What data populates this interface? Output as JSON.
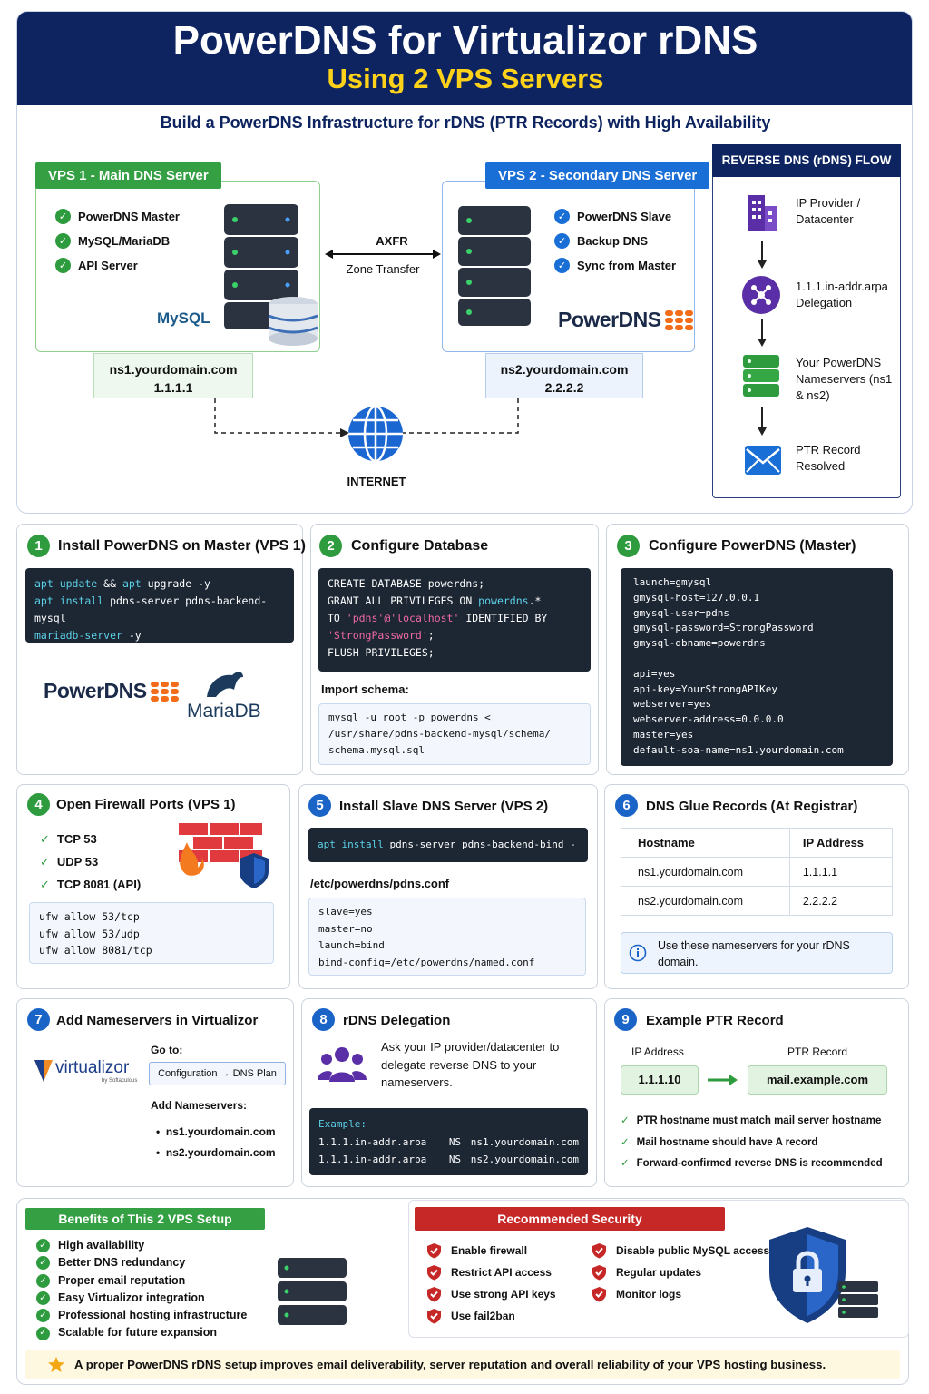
{
  "title": "PowerDNS for Virtualizor rDNS",
  "subtitle": "Using 2 VPS Servers",
  "tagline": "Build a PowerDNS Infrastructure for rDNS (PTR Records) with High Availability",
  "vps1": {
    "label": "VPS 1 - Main DNS Server",
    "features": [
      "PowerDNS Master",
      "MySQL/MariaDB",
      "API Server"
    ],
    "logo": "MySQL",
    "host": "ns1.yourdomain.com",
    "ip": "1.1.1.1"
  },
  "vps2": {
    "label": "VPS 2 - Secondary DNS Server",
    "features": [
      "PowerDNS Slave",
      "Backup DNS",
      "Sync from Master"
    ],
    "logo": "PowerDNS",
    "host": "ns2.yourdomain.com",
    "ip": "2.2.2.2"
  },
  "transfer": {
    "top": "AXFR",
    "bottom": "Zone Transfer"
  },
  "internet": "INTERNET",
  "flow": {
    "title": "REVERSE DNS (rDNS) FLOW",
    "steps": [
      "IP Provider / Datacenter",
      "1.1.1.in-addr.arpa Delegation",
      "Your PowerDNS Nameservers (ns1 & ns2)",
      "PTR Record Resolved"
    ]
  },
  "step1": {
    "num": "1",
    "title": "Install PowerDNS on Master (VPS 1)",
    "logo1": "PowerDNS",
    "logo2": "MariaDB"
  },
  "step2": {
    "num": "2",
    "title": "Configure Database",
    "import_label": "Import schema:",
    "import_code": [
      "mysql -u root -p powerdns <",
      "/usr/share/pdns-backend-mysql/schema/",
      "schema.mysql.sql"
    ]
  },
  "step3": {
    "num": "3",
    "title": "Configure PowerDNS (Master)",
    "code": [
      "launch=gmysql",
      "gmysql-host=127.0.0.1",
      "gmysql-user=pdns",
      "gmysql-password=StrongPassword",
      "gmysql-dbname=powerdns",
      "",
      "api=yes",
      "api-key=YourStrongAPIKey",
      "webserver=yes",
      "webserver-address=0.0.0.0",
      "master=yes",
      "default-soa-name=ns1.yourdomain.com"
    ]
  },
  "step4": {
    "num": "4",
    "title": "Open Firewall Ports (VPS 1)",
    "ports": [
      "TCP 53",
      "UDP 53",
      "TCP 8081 (API)"
    ],
    "code": [
      "ufw allow 53/tcp",
      "ufw allow 53/udp",
      "ufw allow 8081/tcp"
    ]
  },
  "step5": {
    "num": "5",
    "title": "Install Slave DNS Server (VPS 2)",
    "file": "/etc/powerdns/pdns.conf",
    "conf": [
      "slave=yes",
      "master=no",
      "launch=bind",
      "bind-config=/etc/powerdns/named.conf"
    ]
  },
  "step6": {
    "num": "6",
    "title": "DNS Glue Records (At Registrar)",
    "headers": [
      "Hostname",
      "IP Address"
    ],
    "rows": [
      [
        "ns1.yourdomain.com",
        "1.1.1.1"
      ],
      [
        "ns2.yourdomain.com",
        "2.2.2.2"
      ]
    ],
    "note": "Use these nameservers for your rDNS domain."
  },
  "step7": {
    "num": "7",
    "title": "Add Nameservers in Virtualizor",
    "logo": "virtualizor",
    "logo_sub": "by Softaculous",
    "goto": "Go to:",
    "path": "Configuration → DNS Plan",
    "add": "Add Nameservers:",
    "ns": [
      "ns1.yourdomain.com",
      "ns2.yourdomain.com"
    ]
  },
  "step8": {
    "num": "8",
    "title": "rDNS Delegation",
    "text": "Ask your IP provider/datacenter to delegate reverse DNS to your nameservers.",
    "example": "Example:",
    "lines": [
      [
        "1.1.1.in-addr.arpa",
        "NS",
        "ns1.yourdomain.com"
      ],
      [
        "1.1.1.in-addr.arpa",
        "NS",
        "ns2.yourdomain.com"
      ]
    ]
  },
  "step9": {
    "num": "9",
    "title": "Example PTR Record",
    "ip_label": "IP Address",
    "ptr_label": "PTR Record",
    "ip": "1.1.1.10",
    "ptr": "mail.example.com",
    "notes": [
      "PTR hostname must match mail server hostname",
      "Mail hostname should have A record",
      "Forward-confirmed reverse DNS is recommended"
    ]
  },
  "benefits": {
    "title": "Benefits of This 2 VPS Setup",
    "items": [
      "High availability",
      "Better DNS redundancy",
      "Proper email reputation",
      "Easy Virtualizor integration",
      "Professional hosting infrastructure",
      "Scalable for future expansion"
    ]
  },
  "security": {
    "title": "Recommended Security",
    "col1": [
      "Enable firewall",
      "Restrict API access",
      "Use strong API keys",
      "Use fail2ban"
    ],
    "col2": [
      "Disable public MySQL access",
      "Regular updates",
      "Monitor logs"
    ]
  },
  "footer": "A proper PowerDNS rDNS setup improves email deliverability, server reputation and overall reliability of your VPS hosting business.",
  "colors": {
    "navy": "#0d2461",
    "yellow": "#ffd21a",
    "green": "#2e9b3e",
    "blue": "#1a64c8",
    "red": "#c62828"
  }
}
